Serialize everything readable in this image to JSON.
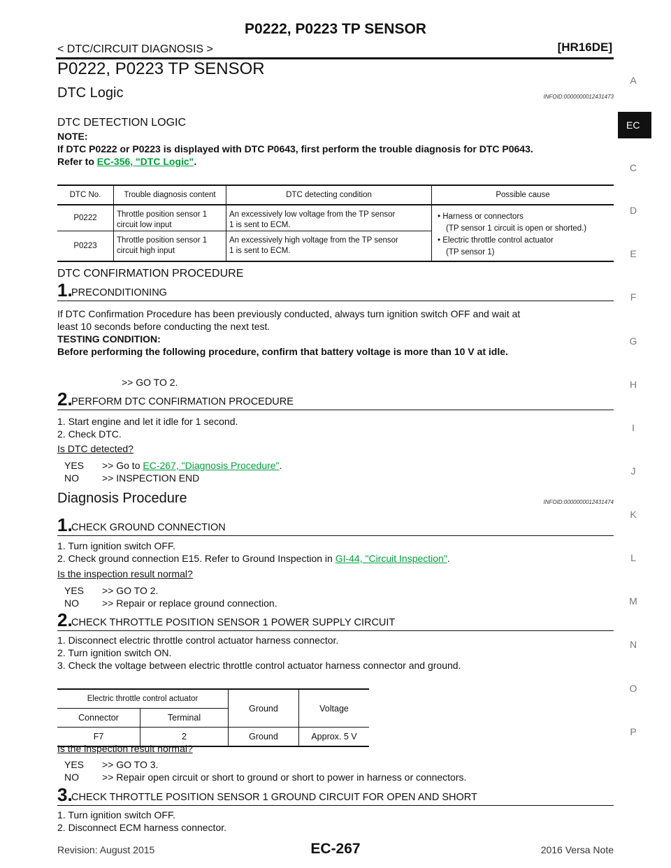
{
  "header": {
    "title": "P0222, P0223 TP SENSOR",
    "breadcrumb": "< DTC/CIRCUIT DIAGNOSIS >",
    "engine_code": "[HR16DE]"
  },
  "side_index": {
    "letters": [
      "A",
      "C",
      "D",
      "E",
      "F",
      "G",
      "H",
      "I",
      "J",
      "K",
      "L",
      "M",
      "N",
      "O",
      "P"
    ],
    "active_tab": "EC"
  },
  "main": {
    "page_title": "P0222, P0223 TP SENSOR",
    "dtc_logic": {
      "heading": "DTC Logic",
      "infoid": "INFOID:0000000012431473",
      "detection_heading": "DTC DETECTION LOGIC",
      "note_label": "NOTE:",
      "note_text": "If DTC P0222 or P0223 is displayed with DTC P0643, first perform the trouble diagnosis for DTC P0643.",
      "note_refer": "Refer to",
      "note_link": "EC-356, \"DTC Logic\"",
      "note_end": ".",
      "table": {
        "headers": [
          "DTC No.",
          "Trouble diagnosis content",
          "DTC detecting condition",
          "Possible cause"
        ],
        "rows": [
          {
            "dtc": "P0222",
            "content_1": "Throttle position sensor 1",
            "content_2": "circuit low input",
            "cond_1": "An excessively low voltage from the TP sensor",
            "cond_2": "1 is sent to ECM."
          },
          {
            "dtc": "P0223",
            "content_1": "Throttle position sensor 1",
            "content_2": "circuit high input",
            "cond_1": "An excessively high voltage from the TP sensor",
            "cond_2": "1 is sent to ECM."
          }
        ],
        "causes": [
          {
            "line1": "• Harness or connectors",
            "line2": "(TP sensor 1 circuit is open or shorted.)"
          },
          {
            "line1": "• Electric throttle control actuator",
            "line2": "(TP sensor 1)"
          }
        ]
      }
    },
    "confirmation": {
      "heading": "DTC CONFIRMATION PROCEDURE",
      "step1": {
        "num": "1.",
        "title": "PRECONDITIONING",
        "text_1": "If DTC Confirmation Procedure has been previously conducted, always turn ignition switch OFF and wait at",
        "text_2": "least 10 seconds before conducting the next test.",
        "testing_label": "TESTING CONDITION:",
        "testing_text": "Before performing the following procedure, confirm that battery voltage is more than 10 V at idle.",
        "goto": ">> GO TO 2."
      },
      "step2": {
        "num": "2.",
        "title": "PERFORM DTC CONFIRMATION PROCEDURE",
        "item1": "1.   Start engine and let it idle for 1 second.",
        "item2": "2.   Check DTC.",
        "question": "Is DTC detected?",
        "yes_label": "YES",
        "yes_text": ">> Go to",
        "yes_link": "EC-267, \"Diagnosis Procedure\"",
        "yes_end": ".",
        "no_label": "NO",
        "no_text": ">> INSPECTION END"
      }
    },
    "diagnosis": {
      "heading": "Diagnosis Procedure",
      "infoid": "INFOID:0000000012431474",
      "step1": {
        "num": "1.",
        "title": "CHECK GROUND CONNECTION",
        "item1": "1.   Turn ignition switch OFF.",
        "item2": "2.   Check ground connection E15. Refer to Ground Inspection in",
        "item2_link": "GI-44, \"Circuit Inspection\"",
        "item2_end": ".",
        "question": "Is the inspection result normal?",
        "yes_label": "YES",
        "yes_text": ">> GO TO 2.",
        "no_label": "NO",
        "no_text": ">> Repair or replace ground connection."
      },
      "step2": {
        "num": "2.",
        "title": "CHECK THROTTLE POSITION SENSOR 1 POWER SUPPLY CIRCUIT",
        "item1": "1.   Disconnect electric throttle control actuator harness connector.",
        "item2": "2.   Turn ignition switch ON.",
        "item3": "3.   Check the voltage between electric throttle control actuator harness connector and ground.",
        "table": {
          "group_header": "Electric throttle control actuator",
          "col_connector": "Connector",
          "col_terminal": "Terminal",
          "col_ground": "Ground",
          "col_voltage": "Voltage",
          "row": {
            "connector": "F7",
            "terminal": "2",
            "ground": "Ground",
            "voltage": "Approx. 5 V"
          }
        },
        "question": "Is the inspection result normal?",
        "yes_label": "YES",
        "yes_text": ">> GO TO 3.",
        "no_label": "NO",
        "no_text": ">> Repair open circuit or short to ground or short to power in harness or connectors."
      },
      "step3": {
        "num": "3.",
        "title": "CHECK THROTTLE POSITION SENSOR 1 GROUND CIRCUIT FOR OPEN AND SHORT",
        "item1": "1.   Turn ignition switch OFF.",
        "item2": "2.   Disconnect ECM harness connector."
      }
    }
  },
  "footer": {
    "revision": "Revision: August 2015",
    "page": "EC-267",
    "model": "2016 Versa Note"
  }
}
